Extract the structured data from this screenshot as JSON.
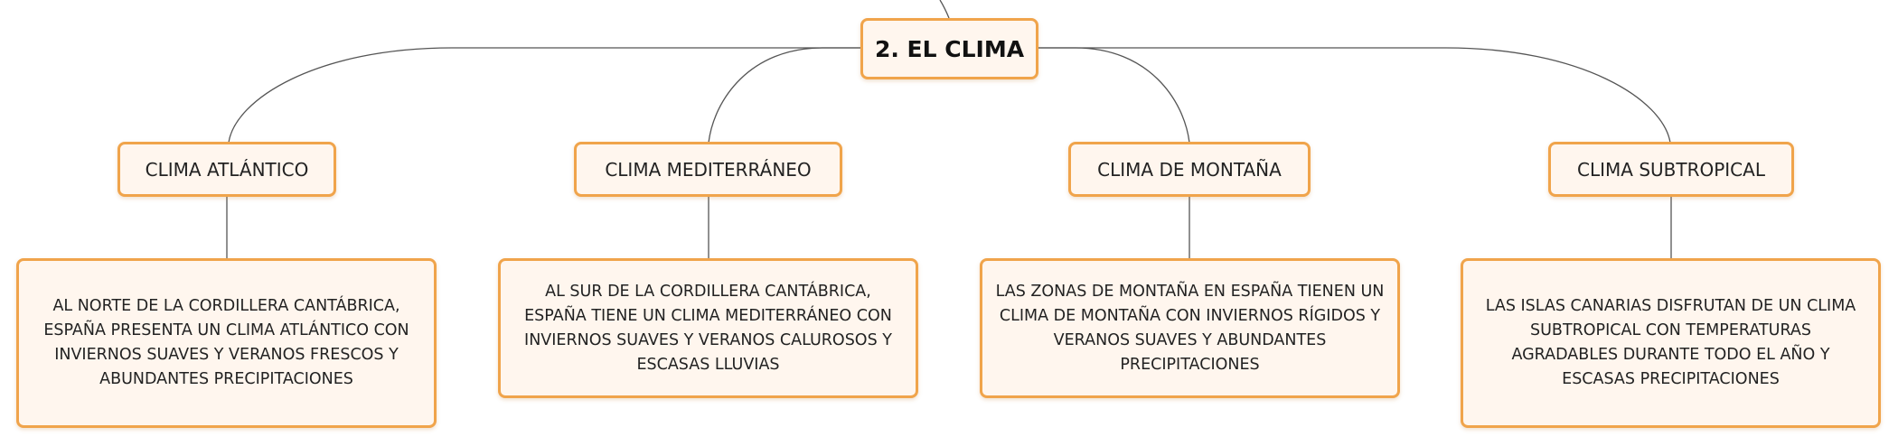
{
  "diagram": {
    "root": {
      "label": "2. EL CLIMA"
    },
    "branches": [
      {
        "label": "CLIMA ATLÁNTICO",
        "description": "AL NORTE DE LA CORDILLERA CANTÁBRICA, ESPAÑA PRESENTA UN CLIMA ATLÁNTICO CON INVIERNOS SUAVES Y VERANOS FRESCOS Y ABUNDANTES PRECIPITACIONES"
      },
      {
        "label": "CLIMA MEDITERRÁNEO",
        "description": "AL SUR DE LA CORDILLERA CANTÁBRICA, ESPAÑA TIENE UN CLIMA MEDITERRÁNEO CON INVIERNOS SUAVES Y VERANOS CALUROSOS Y ESCASAS LLUVIAS"
      },
      {
        "label": "CLIMA DE MONTAÑA",
        "description": "LAS ZONAS DE MONTAÑA EN ESPAÑA TIENEN UN CLIMA DE MONTAÑA CON INVIERNOS RÍGIDOS Y VERANOS SUAVES Y ABUNDANTES PRECIPITACIONES"
      },
      {
        "label": "CLIMA SUBTROPICAL",
        "description": "LAS ISLAS CANARIAS DISFRUTAN DE UN CLIMA SUBTROPICAL CON TEMPERATURAS AGRADABLES DURANTE TODO EL AÑO Y ESCASAS PRECIPITACIONES"
      }
    ],
    "colors": {
      "node_border": "#f0a44b",
      "node_fill": "#fff6ee",
      "connector": "#555555",
      "text": "#222222"
    }
  }
}
